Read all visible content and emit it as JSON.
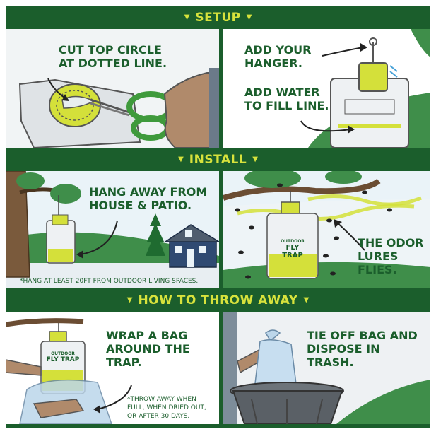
{
  "sections": {
    "setup": "SETUP",
    "install": "INSTALL",
    "throw_away": "HOW TO THROW AWAY"
  },
  "panels": {
    "cut": {
      "caption_line1": "CUT TOP CIRCLE",
      "caption_line2": "AT DOTTED LINE."
    },
    "hanger": {
      "caption_line1": "ADD YOUR",
      "caption_line2": "HANGER.",
      "caption2_line1": "ADD WATER",
      "caption2_line2": "TO FILL LINE."
    },
    "hang": {
      "caption_line1": "HANG AWAY FROM",
      "caption_line2": "HOUSE & PATIO.",
      "note": "*HANG AT LEAST 20FT FROM OUTDOOR LIVING SPACES."
    },
    "odor": {
      "caption_line1": "THE ODOR",
      "caption_line2": "LURES",
      "caption_line3": "FLIES."
    },
    "wrap": {
      "caption_line1": "WRAP A BAG",
      "caption_line2": "AROUND THE",
      "caption_line3": "TRAP.",
      "note_line1": "*THROW AWAY WHEN",
      "note_line2": "FULL, WHEN DRIED OUT,",
      "note_line3": "OR AFTER 30 DAYS."
    },
    "dispose": {
      "caption_line1": "TIE OFF BAG AND",
      "caption_line2": "DISPOSE IN TRASH."
    }
  },
  "product": {
    "label_small": "OUTDOOR",
    "label_big": "FLY TRAP"
  },
  "colors": {
    "band": "#1b5e2c",
    "band_text": "#d7e23c",
    "caption": "#1b5e2c",
    "trap_yellow": "#d4e03a",
    "trap_liquid": "#c8d82e",
    "grass": "#3f8e4a",
    "sky": "#eaf3f8"
  },
  "icons": [
    "chevron-down-icon",
    "scissors-icon",
    "hand-icon",
    "tree-icon",
    "house-icon",
    "fly-icon",
    "trash-can-icon",
    "garbage-bag-icon",
    "arrow-icon"
  ]
}
